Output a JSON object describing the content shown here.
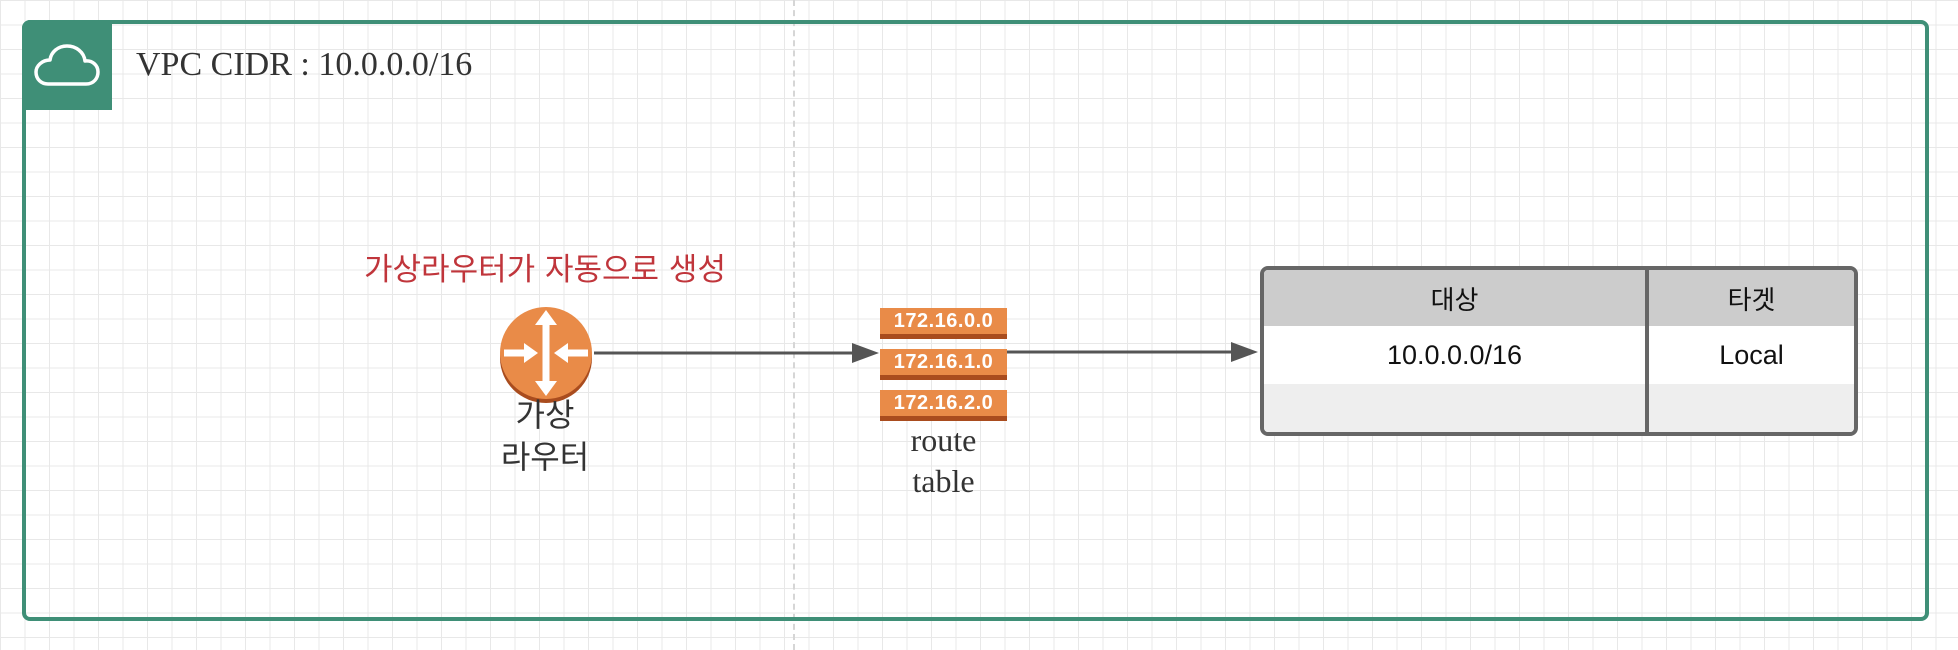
{
  "vpc": {
    "title": "VPC CIDR : 10.0.0.0/16",
    "icon": "cloud-icon",
    "border_color": "#3f8f77"
  },
  "router": {
    "annotation": "가상라우터가 자동으로 생성",
    "annotation_color": "#c0353b",
    "label_line1": "가상",
    "label_line2": "라우터",
    "icon": "router-icon",
    "color": "#e98b48"
  },
  "route_table": {
    "entries": [
      "172.16.0.0",
      "172.16.1.0",
      "172.16.2.0"
    ],
    "label_line1": "route",
    "label_line2": "table",
    "color": "#e98b48"
  },
  "routes_table": {
    "headers": [
      "대상",
      "타겟"
    ],
    "rows": [
      [
        "10.0.0.0/16",
        "Local"
      ],
      [
        "",
        ""
      ]
    ]
  }
}
